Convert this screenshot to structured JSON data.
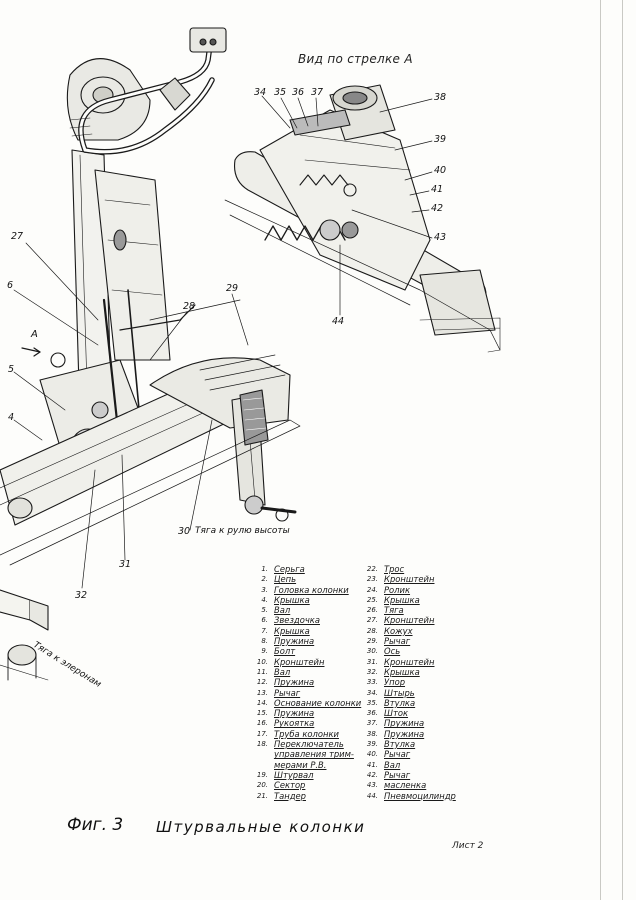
{
  "view_title": "Вид по стрелке А",
  "callouts": [
    {
      "id": "c27",
      "text": "27"
    },
    {
      "id": "c6",
      "text": "6"
    },
    {
      "id": "c5",
      "text": "5"
    },
    {
      "id": "c4",
      "text": "4"
    },
    {
      "id": "cA",
      "text": "А"
    },
    {
      "id": "c28",
      "text": "28"
    },
    {
      "id": "c29",
      "text": "29"
    },
    {
      "id": "c30",
      "text": "30"
    },
    {
      "id": "c31",
      "text": "31"
    },
    {
      "id": "c32",
      "text": "32"
    },
    {
      "id": "c34",
      "text": "34"
    },
    {
      "id": "c35",
      "text": "35"
    },
    {
      "id": "c36",
      "text": "36"
    },
    {
      "id": "c37",
      "text": "37"
    },
    {
      "id": "c38",
      "text": "38"
    },
    {
      "id": "c39",
      "text": "39"
    },
    {
      "id": "c40",
      "text": "40"
    },
    {
      "id": "c41",
      "text": "41"
    },
    {
      "id": "c42",
      "text": "42"
    },
    {
      "id": "c43",
      "text": "43"
    },
    {
      "id": "c44",
      "text": "44"
    }
  ],
  "annotations": {
    "elevator_rod": "Тяга к рулю высоты",
    "aileron_rod": "Тяга к элеронам"
  },
  "legend_left": [
    {
      "num": "1.",
      "name": "Серьга"
    },
    {
      "num": "2.",
      "name": "Цепь"
    },
    {
      "num": "3.",
      "name": "Головка колонки"
    },
    {
      "num": "4.",
      "name": "Крышка"
    },
    {
      "num": "5.",
      "name": "Вал"
    },
    {
      "num": "6.",
      "name": "Звездочка"
    },
    {
      "num": "7.",
      "name": "Крышка"
    },
    {
      "num": "8.",
      "name": "Пружина"
    },
    {
      "num": "9.",
      "name": "Болт"
    },
    {
      "num": "10.",
      "name": "Кронштейн"
    },
    {
      "num": "11.",
      "name": "Вал"
    },
    {
      "num": "12.",
      "name": "Пружина"
    },
    {
      "num": "13.",
      "name": "Рычаг"
    },
    {
      "num": "14.",
      "name": "Основание колонки"
    },
    {
      "num": "15.",
      "name": "Пружина"
    },
    {
      "num": "16.",
      "name": "Рукоятка"
    },
    {
      "num": "17.",
      "name": "Труба колонки"
    },
    {
      "num": "18.",
      "name": "Переключатель управления трим-мерами Р.В."
    },
    {
      "num": "19.",
      "name": "Штурвал"
    },
    {
      "num": "20.",
      "name": "Сектор"
    },
    {
      "num": "21.",
      "name": "Тандер"
    }
  ],
  "legend_right": [
    {
      "num": "22.",
      "name": "Трос"
    },
    {
      "num": "23.",
      "name": "Кронштейн"
    },
    {
      "num": "24.",
      "name": "Ролик"
    },
    {
      "num": "25.",
      "name": "Крышка"
    },
    {
      "num": "26.",
      "name": "Тяга"
    },
    {
      "num": "27.",
      "name": "Кронштейн"
    },
    {
      "num": "28.",
      "name": "Кожух"
    },
    {
      "num": "29.",
      "name": "Рычаг"
    },
    {
      "num": "30.",
      "name": "Ось"
    },
    {
      "num": "31.",
      "name": "Кронштейн"
    },
    {
      "num": "32.",
      "name": "Крышка"
    },
    {
      "num": "33.",
      "name": "Упор"
    },
    {
      "num": "34.",
      "name": "Штырь"
    },
    {
      "num": "35.",
      "name": "Втулка"
    },
    {
      "num": "36.",
      "name": "Шток"
    },
    {
      "num": "37.",
      "name": "Пружина"
    },
    {
      "num": "38.",
      "name": "Пружина"
    },
    {
      "num": "39.",
      "name": "Втулка"
    },
    {
      "num": "40.",
      "name": "Рычаг"
    },
    {
      "num": "41.",
      "name": "Вал"
    },
    {
      "num": "42.",
      "name": "Рычаг"
    },
    {
      "num": "43.",
      "name": "масленка"
    },
    {
      "num": "44.",
      "name": "Пневмоцилиндр"
    }
  ],
  "figure_label": "Фиг. 3",
  "figure_title": "Штурвальные колонки",
  "sheet_number": "Лист 2",
  "colors": {
    "ink": "#1a1a1a",
    "paper": "#fdfdfb"
  }
}
